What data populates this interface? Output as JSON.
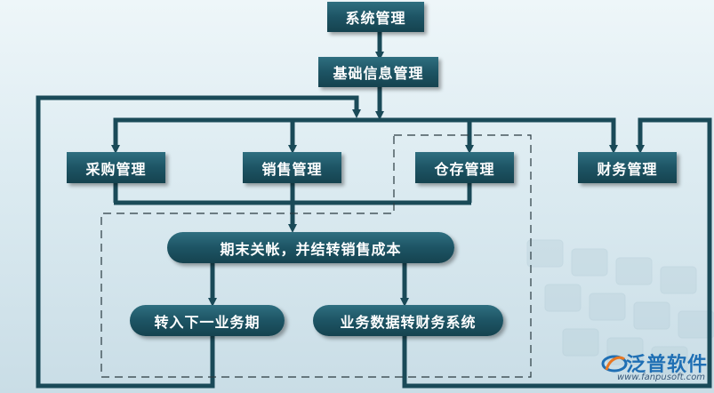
{
  "nodes": {
    "system": "系统管理",
    "base_info": "基础信息管理",
    "purchase": "采购管理",
    "sales": "销售管理",
    "warehouse": "仓存管理",
    "finance": "财务管理",
    "period_close": "期末关帐，并结转销售成本",
    "next_period": "转入下一业务期",
    "transfer_finance": "业务数据转财务系统"
  },
  "logo": {
    "name": "泛普软件",
    "url": "www.fanpusoft.com"
  },
  "colors": {
    "box": "#1d5464",
    "line": "#1a4a58",
    "dash": "#2a3a40",
    "brand": "#1f6fb4"
  }
}
